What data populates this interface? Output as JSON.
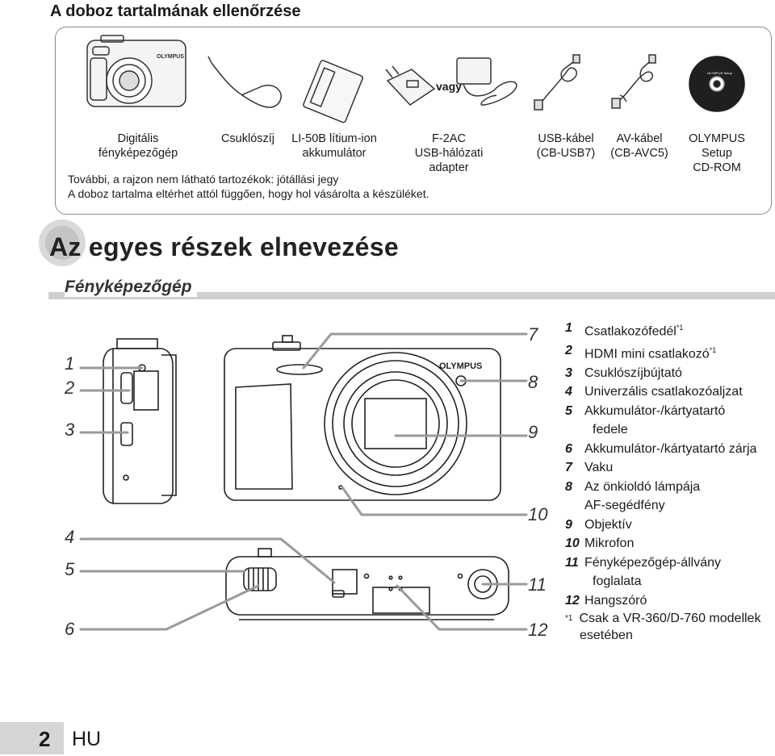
{
  "heading": {
    "title": "A doboz tartalmának ellenőrzése"
  },
  "contents": {
    "or_label": "vagy",
    "items": [
      {
        "label": "Digitális\nfényképezőgép"
      },
      {
        "label": "Csuklószíj"
      },
      {
        "label": "LI-50B lítium-ion\nakkumulátor"
      },
      {
        "label": "F-2AC\nUSB-hálózati\nadapter"
      },
      {
        "label": "USB-kábel\n(CB-USB7)"
      },
      {
        "label": "AV-kábel\n(CB-AVC5)"
      },
      {
        "label": "OLYMPUS\nSetup\nCD-ROM"
      }
    ],
    "notes": [
      "További, a rajzon nem látható tartozékok: jótállási jegy",
      "A doboz tartalma eltérhet attól függően, hogy hol vásárolta a készüléket."
    ],
    "brand_on_camera": "OLYMPUS",
    "cd_label": "OLYMPUS Setup"
  },
  "section": {
    "title": "Az egyes részek elnevezése",
    "subtitle": "Fényképezőgép"
  },
  "diagram": {
    "brand": "OLYMPUS",
    "callouts": [
      "1",
      "2",
      "3",
      "4",
      "5",
      "6",
      "7",
      "8",
      "9",
      "10",
      "11",
      "12"
    ]
  },
  "parts": [
    {
      "num": "1",
      "text": "Csatlakozófedél",
      "sup": "*1"
    },
    {
      "num": "2",
      "text": "HDMI mini csatlakozó",
      "sup": "*1"
    },
    {
      "num": "3",
      "text": "Csuklószíjbújtató"
    },
    {
      "num": "4",
      "text": "Univerzális csatlakozóaljzat"
    },
    {
      "num": "5",
      "text": "Akkumulátor-/kártyatartó",
      "text2": "fedele"
    },
    {
      "num": "6",
      "text": "Akkumulátor-/kártyatartó zárja"
    },
    {
      "num": "7",
      "text": "Vaku"
    },
    {
      "num": "8",
      "text": "Az önkioldó lámpája",
      "text2": "AF-segédfény"
    },
    {
      "num": "9",
      "text": "Objektív"
    },
    {
      "num": "10",
      "text": "Mikrofon"
    },
    {
      "num": "11",
      "text": "Fényképezőgép-állvány",
      "text2": "foglalata"
    },
    {
      "num": "12",
      "text": "Hangszóró"
    }
  ],
  "footnote": {
    "mark": "*1",
    "line1": "Csak a VR-360/D-760 modellek",
    "line2": "esetében"
  },
  "footer": {
    "page": "2",
    "lang": "HU"
  }
}
